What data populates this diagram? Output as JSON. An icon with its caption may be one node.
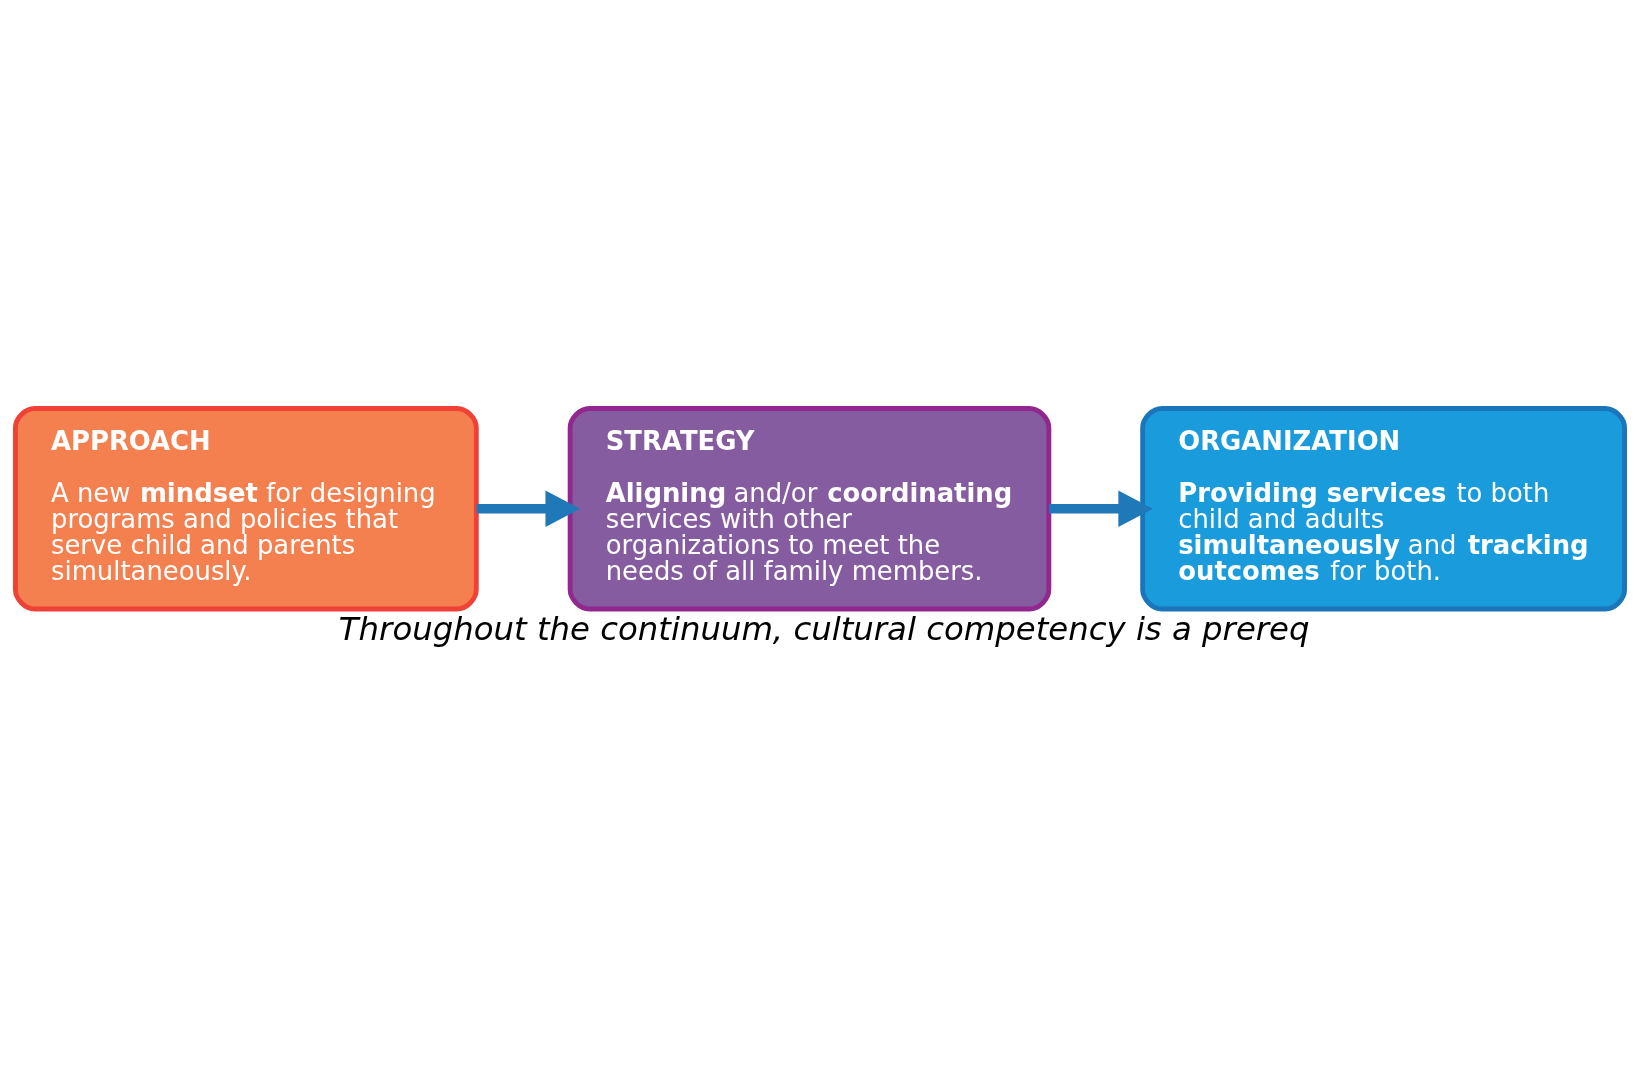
{
  "diagram": {
    "caption": "Throughout the continuum, cultural competency is a prereq",
    "nodes": [
      {
        "text": [
          "APPROACH",
          "A new **mindset** for designing programs and policies that serve child and parents simultaneously."
        ]
      },
      {
        "text": [
          "STRATEGY",
          "**Aligning** and/or **coordinating** services with other organizations to meet the needs of all family members."
        ]
      },
      {
        "text": [
          "ORGANIZATION",
          "**Providing services** to both child and adults **simultaneously** and **tracking outcomes** for both."
        ]
      }
    ],
    "edges": [
      {
        "from": 0,
        "to": 1,
        "arrow": "to"
      },
      {
        "from": 1,
        "to": 2,
        "arrow": "to"
      }
    ]
  }
}
